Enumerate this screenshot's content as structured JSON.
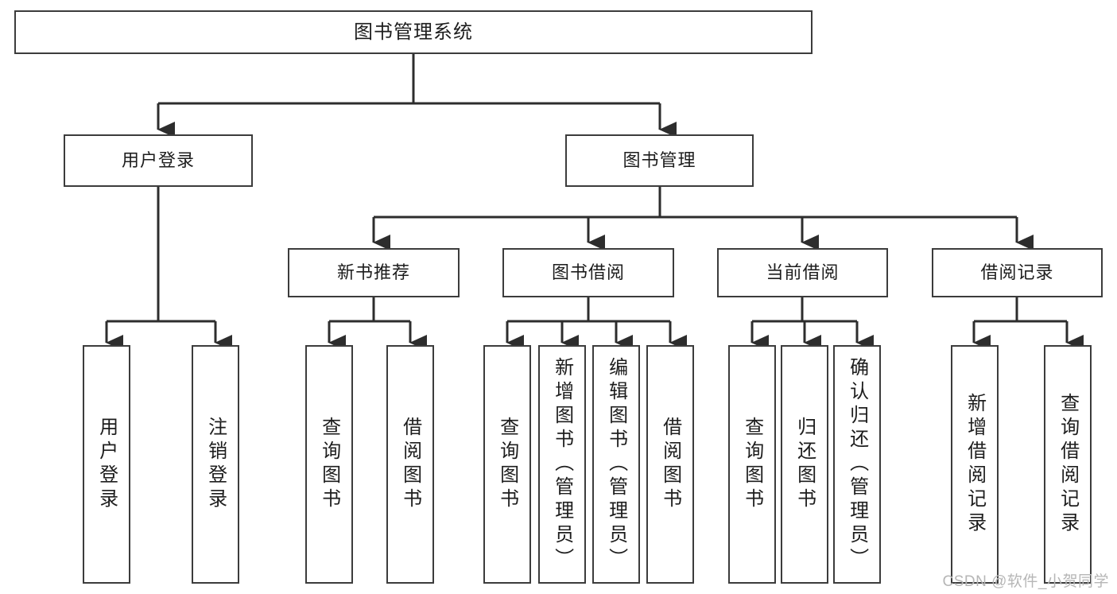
{
  "diagram": {
    "title": "图书管理系统",
    "type": "tree-hierarchy-chart",
    "root": {
      "label": "图书管理系统"
    },
    "level2": [
      {
        "label": "用户登录"
      },
      {
        "label": "图书管理"
      }
    ],
    "level3": [
      {
        "label": "新书推荐"
      },
      {
        "label": "图书借阅"
      },
      {
        "label": "当前借阅"
      },
      {
        "label": "借阅记录"
      }
    ],
    "leaves": {
      "user_login": [
        {
          "label": "用户登录"
        },
        {
          "label": "注销登录"
        }
      ],
      "new_book_recommend": [
        {
          "label": "查询图书"
        },
        {
          "label": "借阅图书"
        }
      ],
      "book_borrow": [
        {
          "label": "查询图书"
        },
        {
          "label": "新增图书（管理员）"
        },
        {
          "label": "编辑图书（管理员）"
        },
        {
          "label": "借阅图书"
        }
      ],
      "current_borrow": [
        {
          "label": "查询图书"
        },
        {
          "label": "归还图书"
        },
        {
          "label": "确认归还（管理员）"
        }
      ],
      "borrow_record": [
        {
          "label": "新增借阅记录"
        },
        {
          "label": "查询借阅记录"
        }
      ]
    }
  },
  "watermark": {
    "text": "CSDN @软件_小贺同学"
  },
  "colors": {
    "box_border": "#3c3c3c",
    "line": "#2d2d2d",
    "text": "#1d1d1d",
    "background": "#ffffff",
    "watermark": "#b6b6b6"
  }
}
